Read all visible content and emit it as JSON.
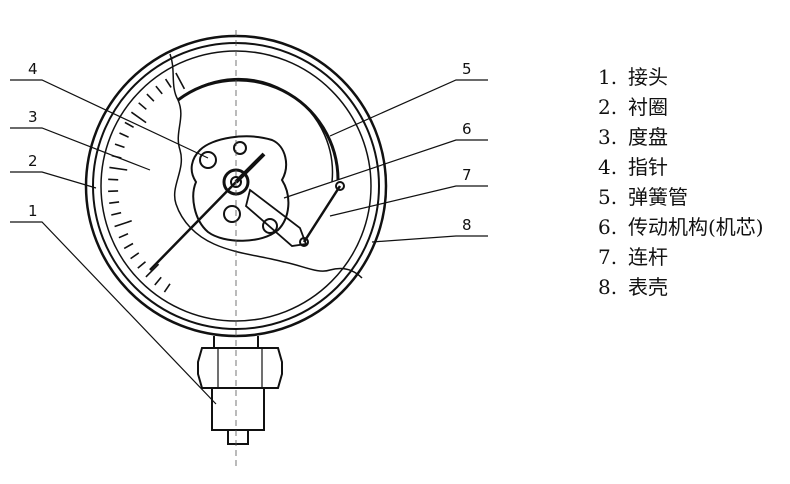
{
  "diagram": {
    "callouts": [
      "1",
      "2",
      "3",
      "4",
      "5",
      "6",
      "7",
      "8"
    ],
    "legend": [
      {
        "num": "1.",
        "text": "接头"
      },
      {
        "num": "2.",
        "text": "衬圈"
      },
      {
        "num": "3.",
        "text": "度盘"
      },
      {
        "num": "4.",
        "text": "指针"
      },
      {
        "num": "5.",
        "text": "弹簧管"
      },
      {
        "num": "6.",
        "text": "传动机构(机芯)"
      },
      {
        "num": "7.",
        "text": "连杆"
      },
      {
        "num": "8.",
        "text": "表壳"
      }
    ]
  }
}
